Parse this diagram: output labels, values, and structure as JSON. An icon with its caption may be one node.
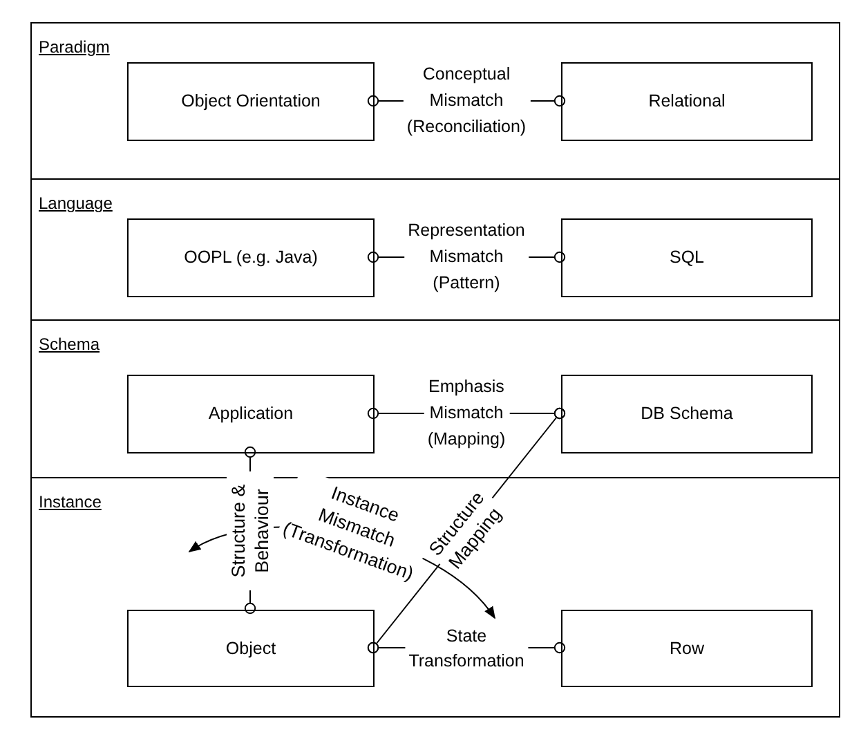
{
  "diagram": {
    "nodes": [
      {
        "text": [
          "Paradigm"
        ]
      },
      {
        "text": [
          "Object Orientation"
        ],
        "in": 0
      },
      {
        "text": [
          "Relational"
        ],
        "in": 0
      },
      {
        "text": [
          "Language"
        ]
      },
      {
        "text": [
          "OOPL (e.g. Java)"
        ],
        "in": 3
      },
      {
        "text": [
          "SQL"
        ],
        "in": 3
      },
      {
        "text": [
          "Schema"
        ]
      },
      {
        "text": [
          "Application"
        ],
        "in": 6
      },
      {
        "text": [
          "DB Schema"
        ],
        "in": 6
      },
      {
        "text": [
          "Instance"
        ]
      },
      {
        "text": [
          "Object"
        ],
        "in": 9
      },
      {
        "text": [
          "Row"
        ],
        "in": 9
      }
    ],
    "edges": [
      {
        "from": 1,
        "to": 2,
        "arrow": "other",
        "label": "Conceptual Mismatch (Reconciliation)"
      },
      {
        "from": 4,
        "to": 5,
        "arrow": "other",
        "label": "Representation Mismatch (Pattern)"
      },
      {
        "from": 7,
        "to": 8,
        "arrow": "other",
        "label": "Emphasis Mismatch (Mapping)"
      },
      {
        "from": 7,
        "to": 10,
        "arrow": "other",
        "label": "Structure & Behaviour"
      },
      {
        "from": 8,
        "to": 10,
        "arrow": "other",
        "label": "Structure Mapping"
      },
      {
        "from": 10,
        "to": 11,
        "arrow": "other",
        "label": "State Transformation"
      }
    ],
    "labels": [
      "Instance Mismatch (Transformation)"
    ]
  }
}
